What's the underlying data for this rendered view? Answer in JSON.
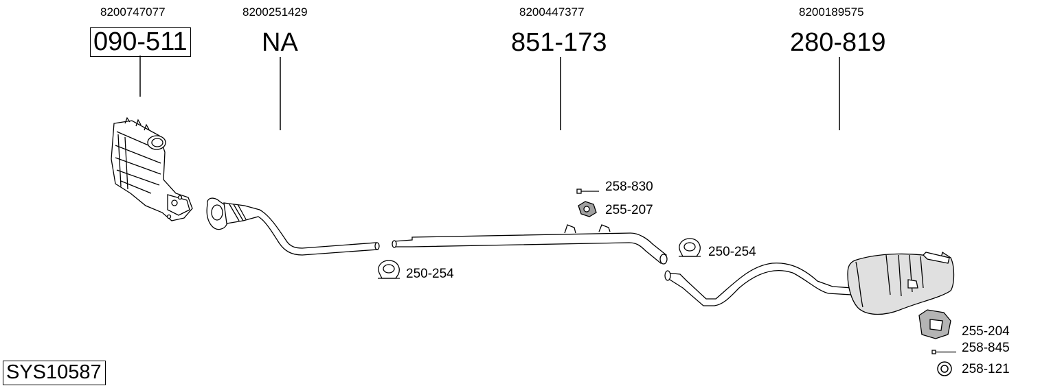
{
  "groups": [
    {
      "oem": "8200747077",
      "part": "090-511"
    },
    {
      "oem": "8200251429",
      "part": "NA"
    },
    {
      "oem": "8200447377",
      "part": "851-173"
    },
    {
      "oem": "8200189575",
      "part": "280-819"
    }
  ],
  "accessories": {
    "bolt_1": "258-830",
    "bracket_1": "255-207",
    "clamp_1": "250-254",
    "clamp_2": "250-254",
    "bracket_2": "255-204",
    "bolt_2": "258-845",
    "ring": "258-121"
  },
  "system_id": "SYS10587",
  "colors": {
    "line": "#000000",
    "part_fill": "#ffffff",
    "shade": "#c8c8c8"
  }
}
